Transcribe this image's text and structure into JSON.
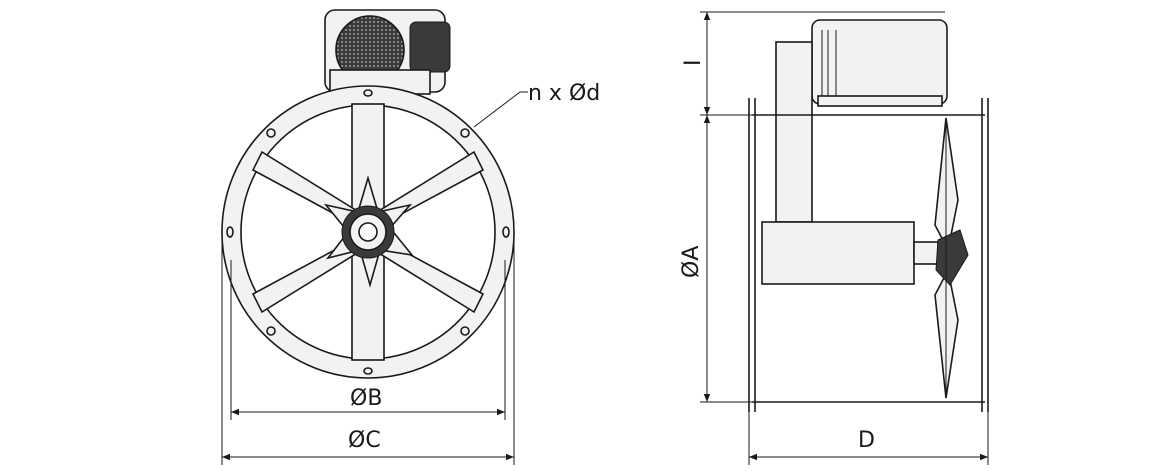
{
  "front_view": {
    "hole_label": "n x Ød",
    "dim_inner_diameter": "ØB",
    "dim_outer_diameter": "ØC"
  },
  "side_view": {
    "dim_diameter": "ØA",
    "dim_length": "D",
    "dim_motor_height": "I"
  },
  "colors": {
    "line": "#1a1a1a",
    "body_fill": "#f2f2f2",
    "motor_grille": "#3a3a3a",
    "background": "#ffffff"
  }
}
